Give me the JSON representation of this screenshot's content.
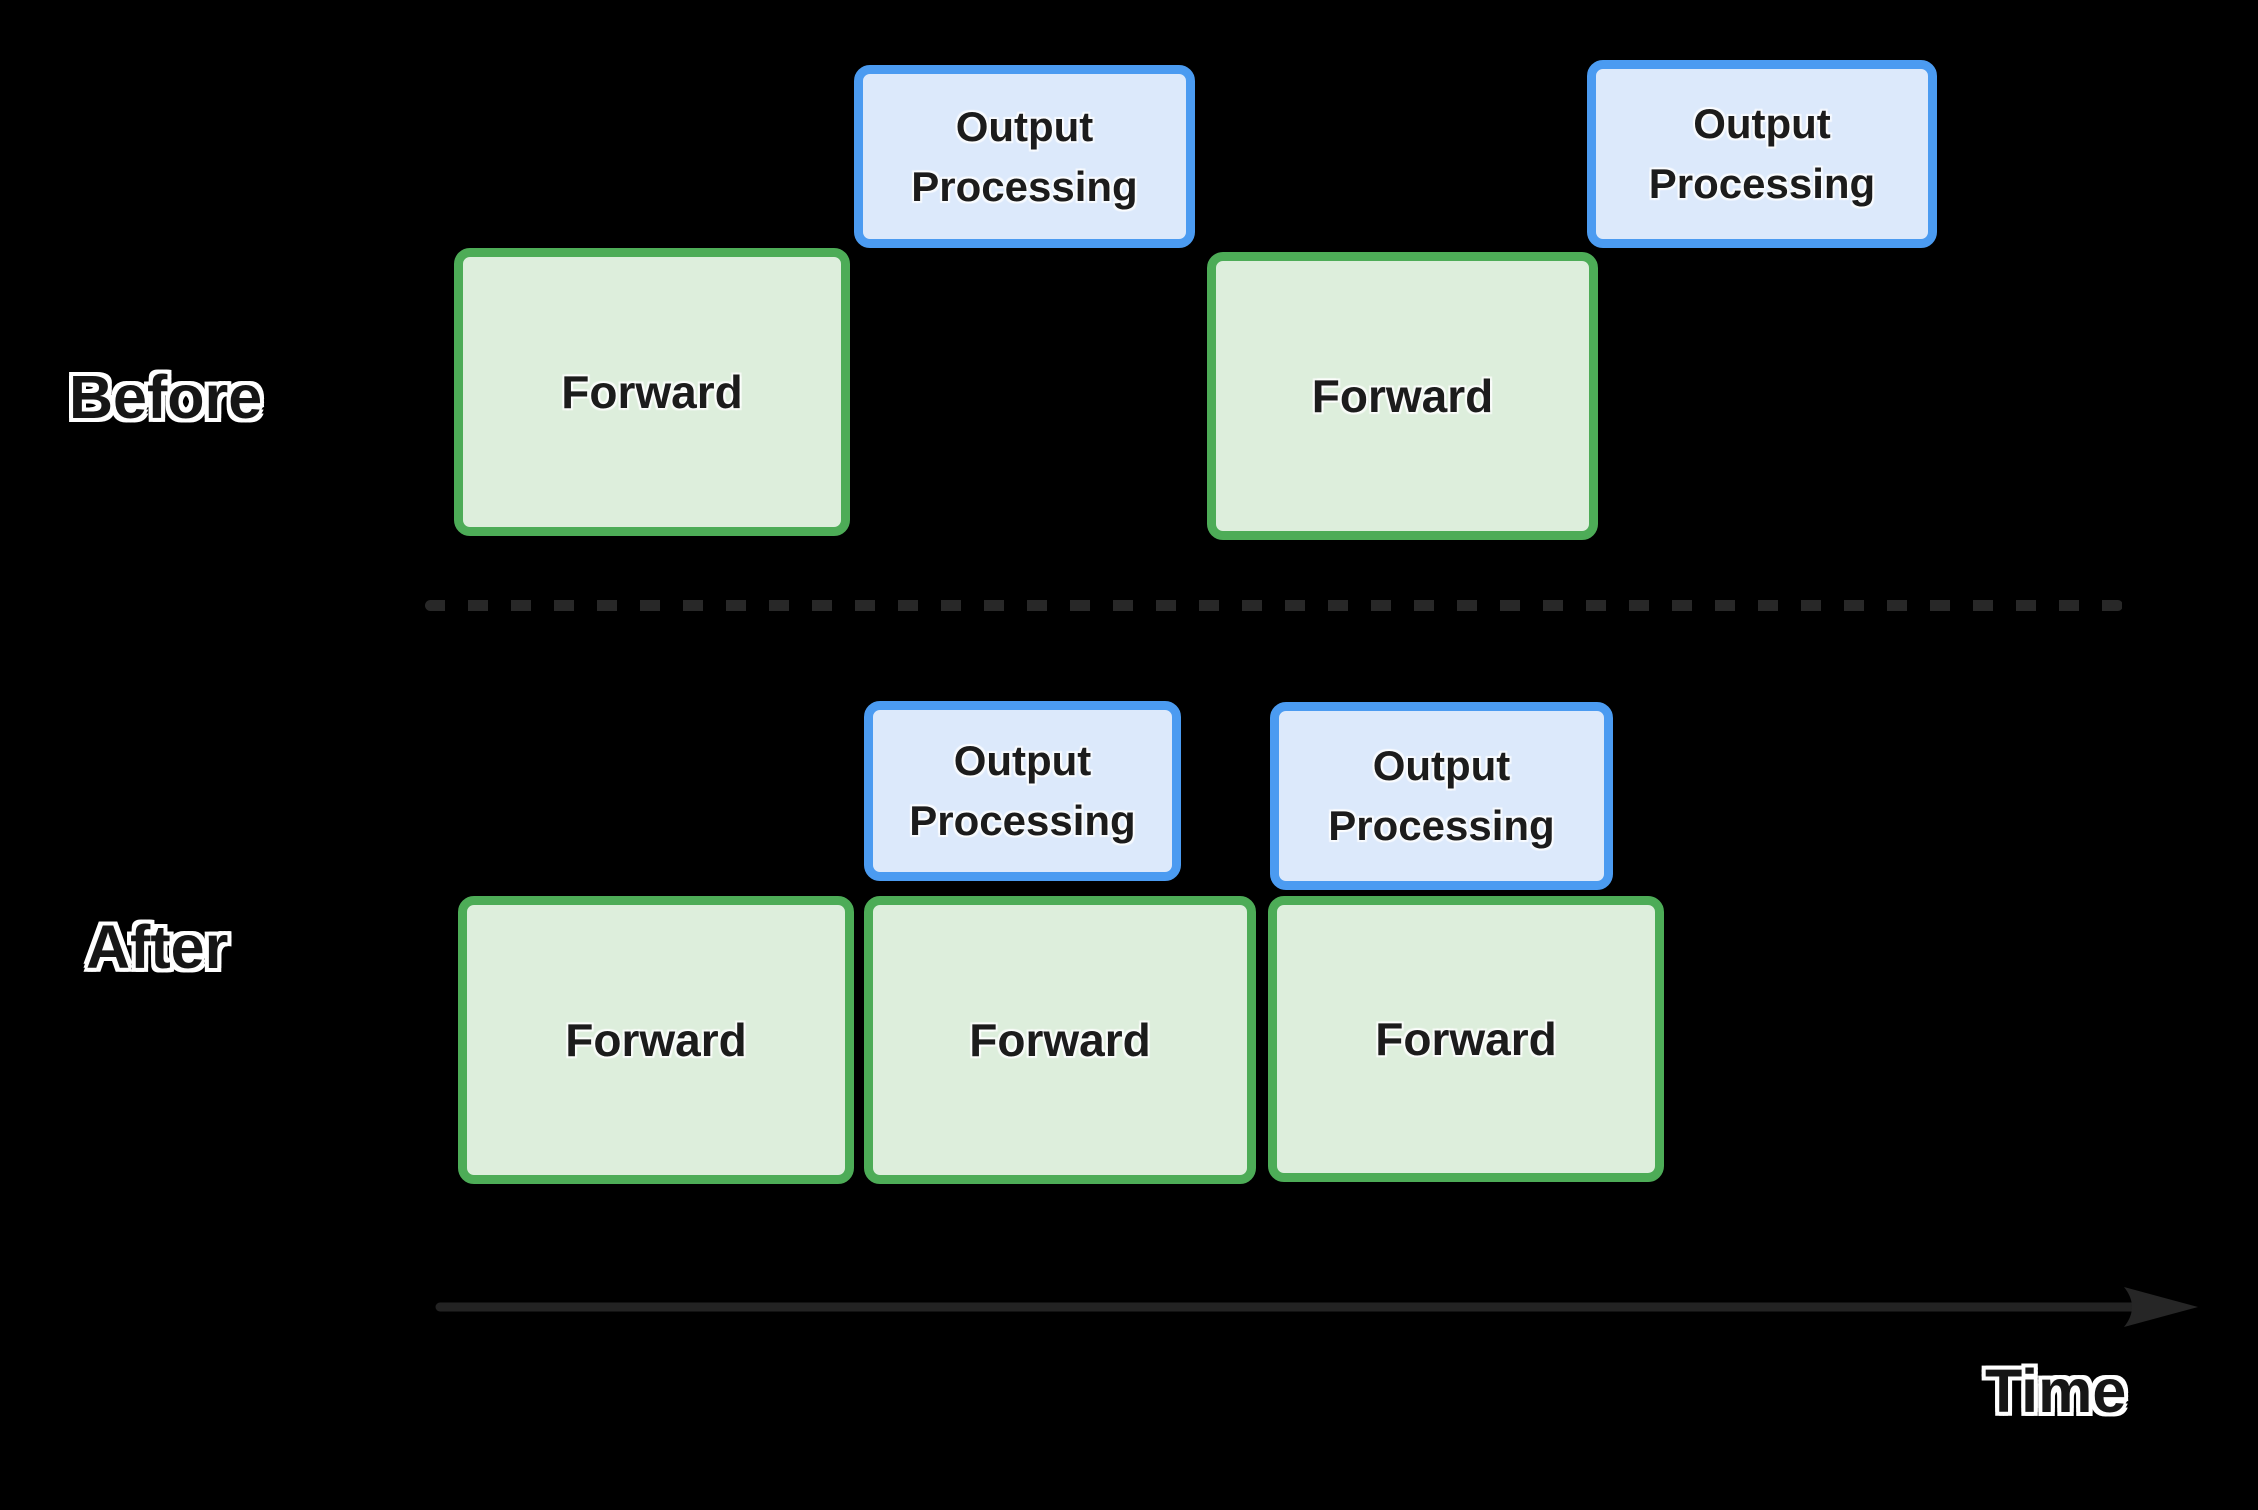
{
  "canvas": {
    "background": "#000000"
  },
  "palette": {
    "canvas_bg": "#000000",
    "forward_fill": "#DDEEDC",
    "forward_border": "#4DAC57",
    "output_fill": "#DCE9FB",
    "output_border": "#4B9BF1",
    "box_text": "#1C1C1C",
    "guide_line": "#282828",
    "axis_line": "#232323"
  },
  "sections": {
    "before": {
      "label": "Before",
      "blocks": [
        {
          "type": "forward",
          "label": "Forward"
        },
        {
          "type": "output",
          "label": "Output Processing"
        },
        {
          "type": "forward",
          "label": "Forward"
        },
        {
          "type": "output",
          "label": "Output Processing"
        }
      ]
    },
    "after": {
      "label": "After",
      "blocks": [
        {
          "type": "forward",
          "label": "Forward"
        },
        {
          "type": "forward",
          "label": "Forward"
        },
        {
          "type": "forward",
          "label": "Forward"
        },
        {
          "type": "output",
          "label": "Output Processing"
        },
        {
          "type": "output",
          "label": "Output Processing"
        }
      ]
    }
  },
  "axis": {
    "label": "Time"
  }
}
